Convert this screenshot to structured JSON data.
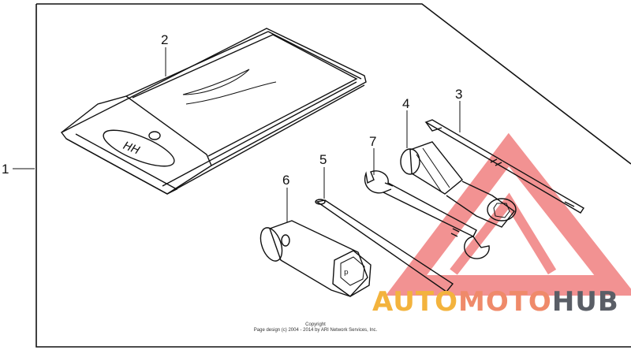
{
  "diagram": {
    "callouts": [
      {
        "id": "1",
        "label": "1"
      },
      {
        "id": "2",
        "label": "2"
      },
      {
        "id": "3",
        "label": "3"
      },
      {
        "id": "4",
        "label": "4"
      },
      {
        "id": "5",
        "label": "5"
      },
      {
        "id": "6",
        "label": "6"
      },
      {
        "id": "7",
        "label": "7"
      }
    ],
    "copyright_line1": "Copyright",
    "copyright_line2": "Page design (c) 2004 - 2014 by ARI Network Services, Inc."
  },
  "watermark": {
    "part1": "AUTO",
    "part2": "MOTO",
    "part3": "HUB",
    "colors": {
      "auto": "#f3b33d",
      "moto": "#ef8a6a",
      "hub": "#5a5e66",
      "triangle": "#ef6f6f"
    }
  },
  "colors": {
    "line": "#111111",
    "background": "#ffffff"
  }
}
